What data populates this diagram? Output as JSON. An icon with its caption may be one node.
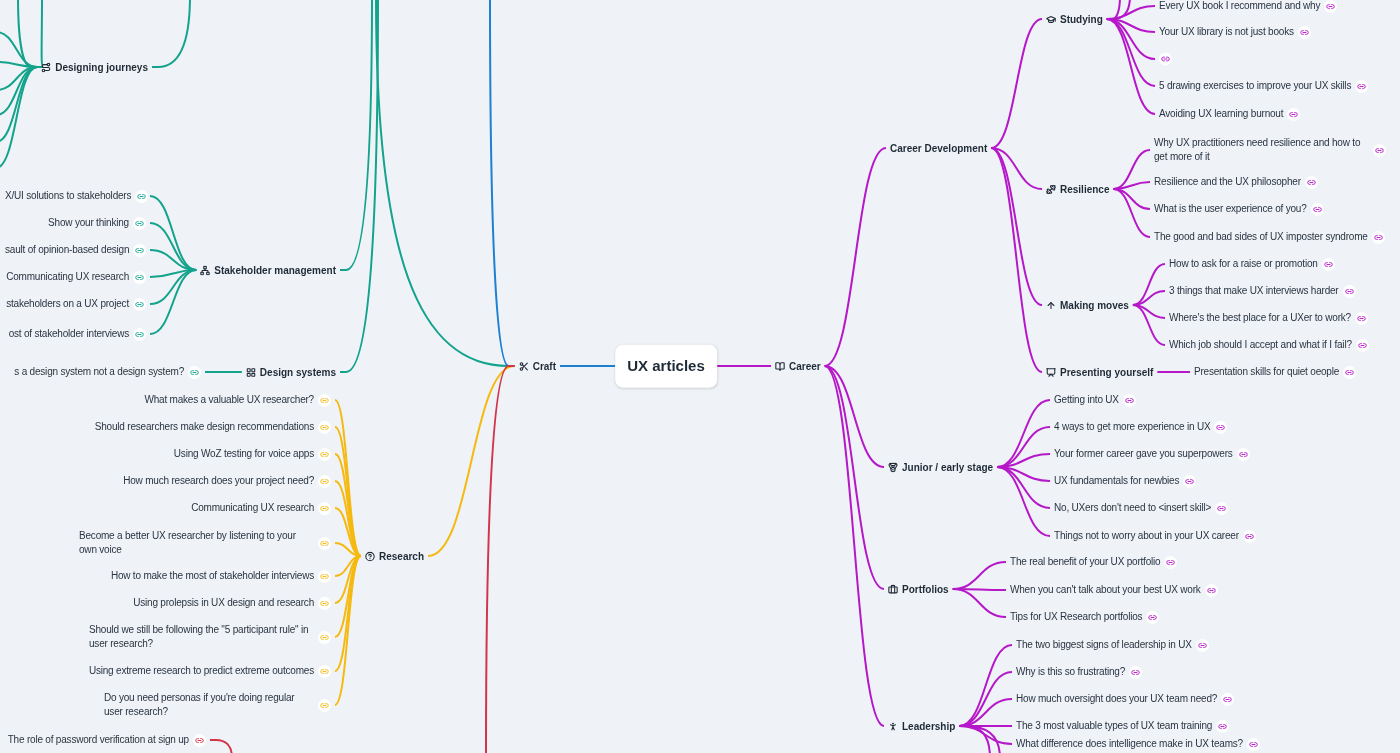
{
  "diagram": {
    "nodes": [
      {
        "text": [
          "UX articles"
        ]
      },
      {
        "text": [
          "Craft"
        ]
      },
      {
        "text": [
          "Career"
        ]
      },
      {
        "text": [
          "Designing journeys"
        ]
      },
      {
        "text": [
          "Stakeholder management"
        ]
      },
      {
        "text": [
          "Design systems"
        ]
      },
      {
        "text": [
          "Research"
        ]
      },
      {
        "text": [
          "X/UI solutions to stakeholders"
        ]
      },
      {
        "text": [
          "Show your thinking"
        ]
      },
      {
        "text": [
          "sault of opinion-based design"
        ]
      },
      {
        "text": [
          "Communicating UX research"
        ]
      },
      {
        "text": [
          "stakeholders on a UX project"
        ]
      },
      {
        "text": [
          "ost of stakeholder interviews"
        ]
      },
      {
        "text": [
          "s a design system not a design system?"
        ]
      },
      {
        "text": [
          "What makes a valuable UX researcher?"
        ]
      },
      {
        "text": [
          "Should researchers make design recommendations"
        ]
      },
      {
        "text": [
          "Using WoZ testing for voice apps"
        ]
      },
      {
        "text": [
          "How much research does your project need?"
        ]
      },
      {
        "text": [
          "Communicating UX research"
        ]
      },
      {
        "text": [
          "Become a better UX researcher by listening to your own voice"
        ]
      },
      {
        "text": [
          "How to make the most of stakeholder interviews"
        ]
      },
      {
        "text": [
          "Using prolepsis in UX design and research"
        ]
      },
      {
        "text": [
          "Should we still be following the \"5 participant rule\" in user research?"
        ]
      },
      {
        "text": [
          "Using extreme research to predict extreme outcomes"
        ]
      },
      {
        "text": [
          "Do you need personas if you're doing regular user research?"
        ]
      },
      {
        "text": [
          "The role of password verification at sign up"
        ]
      },
      {
        "text": [
          "Career Development"
        ]
      },
      {
        "text": [
          "Junior / early stage"
        ]
      },
      {
        "text": [
          "Portfolios"
        ]
      },
      {
        "text": [
          "Leadership"
        ]
      },
      {
        "text": [
          "Studying"
        ]
      },
      {
        "text": [
          "Resilience"
        ]
      },
      {
        "text": [
          "Making moves"
        ]
      },
      {
        "text": [
          "Presenting yourself"
        ]
      },
      {
        "text": [
          "Every UX book I recommend and why"
        ]
      },
      {
        "text": [
          "Your UX library is not just books"
        ]
      },
      {
        "text": [],
        "shape": "link"
      },
      {
        "text": [
          "5 drawing exercises to improve your UX skills"
        ]
      },
      {
        "text": [
          "Avoiding UX learning burnout"
        ]
      },
      {
        "text": [
          "Why UX practitioners need resilience and how to get more of it"
        ]
      },
      {
        "text": [
          "Resilience and the UX philosopher"
        ]
      },
      {
        "text": [
          "What is the user experience of you?"
        ]
      },
      {
        "text": [
          "The good and bad sides of UX imposter syndrome"
        ]
      },
      {
        "text": [
          "How to ask for a raise or promotion"
        ]
      },
      {
        "text": [
          "3 things that make UX interviews harder"
        ]
      },
      {
        "text": [
          "Where's the best place for a UXer to work?"
        ]
      },
      {
        "text": [
          "Which job should I accept and what if I fail?"
        ]
      },
      {
        "text": [
          "Presentation skills for quiet oeople"
        ]
      },
      {
        "text": [
          "Getting into UX"
        ]
      },
      {
        "text": [
          "4 ways to get more experience in UX"
        ]
      },
      {
        "text": [
          "Your former career gave you superpowers"
        ]
      },
      {
        "text": [
          "UX fundamentals for newbies"
        ]
      },
      {
        "text": [
          "No, UXers don't need to <insert skill>"
        ]
      },
      {
        "text": [
          "Things not to worry about in your UX career"
        ]
      },
      {
        "text": [
          "The real benefit of your UX portfolio"
        ]
      },
      {
        "text": [
          "When you can't talk about your best UX work"
        ]
      },
      {
        "text": [
          "Tips for UX Research portfolios"
        ]
      },
      {
        "text": [
          "The two biggest signs of leadership in UX"
        ]
      },
      {
        "text": [
          "Why is this so frustrating?"
        ]
      },
      {
        "text": [
          "How much oversight does your UX team need?"
        ]
      },
      {
        "text": [
          "The 3 most valuable types of UX team training"
        ]
      },
      {
        "text": [
          "What difference does intelligence make in UX teams?"
        ]
      }
    ],
    "edges": [
      {
        "from": 0,
        "to": 1,
        "arrow": "none",
        "color": "#1f7fd1"
      },
      {
        "from": 0,
        "to": 2,
        "arrow": "none"
      },
      {
        "from": 1,
        "to": null,
        "arrow": "none",
        "color": "#13a38c"
      },
      {
        "from": 1,
        "to": null,
        "arrow": "none",
        "color": "#1f7fd1"
      },
      {
        "from": 1,
        "to": 6,
        "arrow": "none",
        "color": "#f5b90f"
      },
      {
        "from": 1,
        "to": null,
        "arrow": "none",
        "color": "#d33449"
      },
      {
        "from": null,
        "to": 3,
        "arrow": "none",
        "color": "#13a38c"
      },
      {
        "from": null,
        "to": 4,
        "arrow": "none",
        "color": "#13a38c"
      },
      {
        "from": null,
        "to": 5,
        "arrow": "none",
        "color": "#13a38c"
      },
      {
        "from": 3,
        "to": null,
        "arrow": "none",
        "color": "#13a38c"
      },
      {
        "from": 3,
        "to": null,
        "arrow": "none",
        "color": "#13a38c"
      },
      {
        "from": 3,
        "to": null,
        "arrow": "none",
        "color": "#13a38c"
      },
      {
        "from": 3,
        "to": null,
        "arrow": "none",
        "color": "#13a38c"
      },
      {
        "from": 3,
        "to": null,
        "arrow": "none",
        "color": "#13a38c"
      },
      {
        "from": 3,
        "to": null,
        "arrow": "none",
        "color": "#13a38c"
      },
      {
        "from": 3,
        "to": null,
        "arrow": "none",
        "color": "#13a38c"
      },
      {
        "from": 3,
        "to": null,
        "arrow": "none",
        "color": "#13a38c"
      },
      {
        "from": 4,
        "to": 7,
        "arrow": "none",
        "color": "#13a38c"
      },
      {
        "from": 4,
        "to": 8,
        "arrow": "none",
        "color": "#13a38c"
      },
      {
        "from": 4,
        "to": 9,
        "arrow": "none",
        "color": "#13a38c"
      },
      {
        "from": 4,
        "to": 10,
        "arrow": "none",
        "color": "#13a38c"
      },
      {
        "from": 4,
        "to": 11,
        "arrow": "none",
        "color": "#13a38c"
      },
      {
        "from": 4,
        "to": 12,
        "arrow": "none",
        "color": "#13a38c"
      },
      {
        "from": 5,
        "to": 13,
        "arrow": "none",
        "color": "#13a38c"
      },
      {
        "from": 6,
        "to": 14,
        "arrow": "none",
        "color": "#f5b90f"
      },
      {
        "from": 6,
        "to": 15,
        "arrow": "none",
        "color": "#f5b90f"
      },
      {
        "from": 6,
        "to": 16,
        "arrow": "none",
        "color": "#f5b90f"
      },
      {
        "from": 6,
        "to": 17,
        "arrow": "none",
        "color": "#f5b90f"
      },
      {
        "from": 6,
        "to": 18,
        "arrow": "none",
        "color": "#f5b90f"
      },
      {
        "from": 6,
        "to": 19,
        "arrow": "none",
        "color": "#f5b90f"
      },
      {
        "from": 6,
        "to": 20,
        "arrow": "none",
        "color": "#f5b90f"
      },
      {
        "from": 6,
        "to": 21,
        "arrow": "none",
        "color": "#f5b90f"
      },
      {
        "from": 6,
        "to": 22,
        "arrow": "none",
        "color": "#f5b90f"
      },
      {
        "from": 6,
        "to": 23,
        "arrow": "none",
        "color": "#f5b90f"
      },
      {
        "from": 6,
        "to": 24,
        "arrow": "none",
        "color": "#f5b90f"
      },
      {
        "from": null,
        "to": 25,
        "arrow": "none",
        "color": "#d33449"
      },
      {
        "from": 2,
        "to": 26,
        "arrow": "none"
      },
      {
        "from": 2,
        "to": 27,
        "arrow": "none"
      },
      {
        "from": 2,
        "to": 28,
        "arrow": "none"
      },
      {
        "from": 2,
        "to": 29,
        "arrow": "none"
      },
      {
        "from": 26,
        "to": 30,
        "arrow": "none"
      },
      {
        "from": 26,
        "to": 31,
        "arrow": "none"
      },
      {
        "from": 26,
        "to": 32,
        "arrow": "none"
      },
      {
        "from": 26,
        "to": 33,
        "arrow": "none"
      },
      {
        "from": 30,
        "to": null,
        "arrow": "none"
      },
      {
        "from": 30,
        "to": null,
        "arrow": "none"
      },
      {
        "from": 30,
        "to": 34,
        "arrow": "none"
      },
      {
        "from": 30,
        "to": 35,
        "arrow": "none"
      },
      {
        "from": 30,
        "to": 36,
        "arrow": "none"
      },
      {
        "from": 30,
        "to": 37,
        "arrow": "none"
      },
      {
        "from": 30,
        "to": 38,
        "arrow": "none"
      },
      {
        "from": 31,
        "to": 39,
        "arrow": "none"
      },
      {
        "from": 31,
        "to": 40,
        "arrow": "none"
      },
      {
        "from": 31,
        "to": 41,
        "arrow": "none"
      },
      {
        "from": 31,
        "to": 42,
        "arrow": "none"
      },
      {
        "from": 32,
        "to": 43,
        "arrow": "none"
      },
      {
        "from": 32,
        "to": 44,
        "arrow": "none"
      },
      {
        "from": 32,
        "to": 45,
        "arrow": "none"
      },
      {
        "from": 32,
        "to": 46,
        "arrow": "none"
      },
      {
        "from": 33,
        "to": 47,
        "arrow": "none"
      },
      {
        "from": 27,
        "to": 48,
        "arrow": "none"
      },
      {
        "from": 27,
        "to": 49,
        "arrow": "none"
      },
      {
        "from": 27,
        "to": 50,
        "arrow": "none"
      },
      {
        "from": 27,
        "to": 51,
        "arrow": "none"
      },
      {
        "from": 27,
        "to": 52,
        "arrow": "none"
      },
      {
        "from": 27,
        "to": 53,
        "arrow": "none"
      },
      {
        "from": 28,
        "to": 54,
        "arrow": "none"
      },
      {
        "from": 28,
        "to": 55,
        "arrow": "none"
      },
      {
        "from": 28,
        "to": 56,
        "arrow": "none"
      },
      {
        "from": 29,
        "to": 57,
        "arrow": "none"
      },
      {
        "from": 29,
        "to": 58,
        "arrow": "none"
      },
      {
        "from": 29,
        "to": 59,
        "arrow": "none"
      },
      {
        "from": 29,
        "to": 60,
        "arrow": "none"
      },
      {
        "from": 29,
        "to": 61,
        "arrow": "none"
      },
      {
        "from": 29,
        "to": null,
        "arrow": "none"
      },
      {
        "from": 29,
        "to": null,
        "arrow": "none"
      }
    ]
  }
}
